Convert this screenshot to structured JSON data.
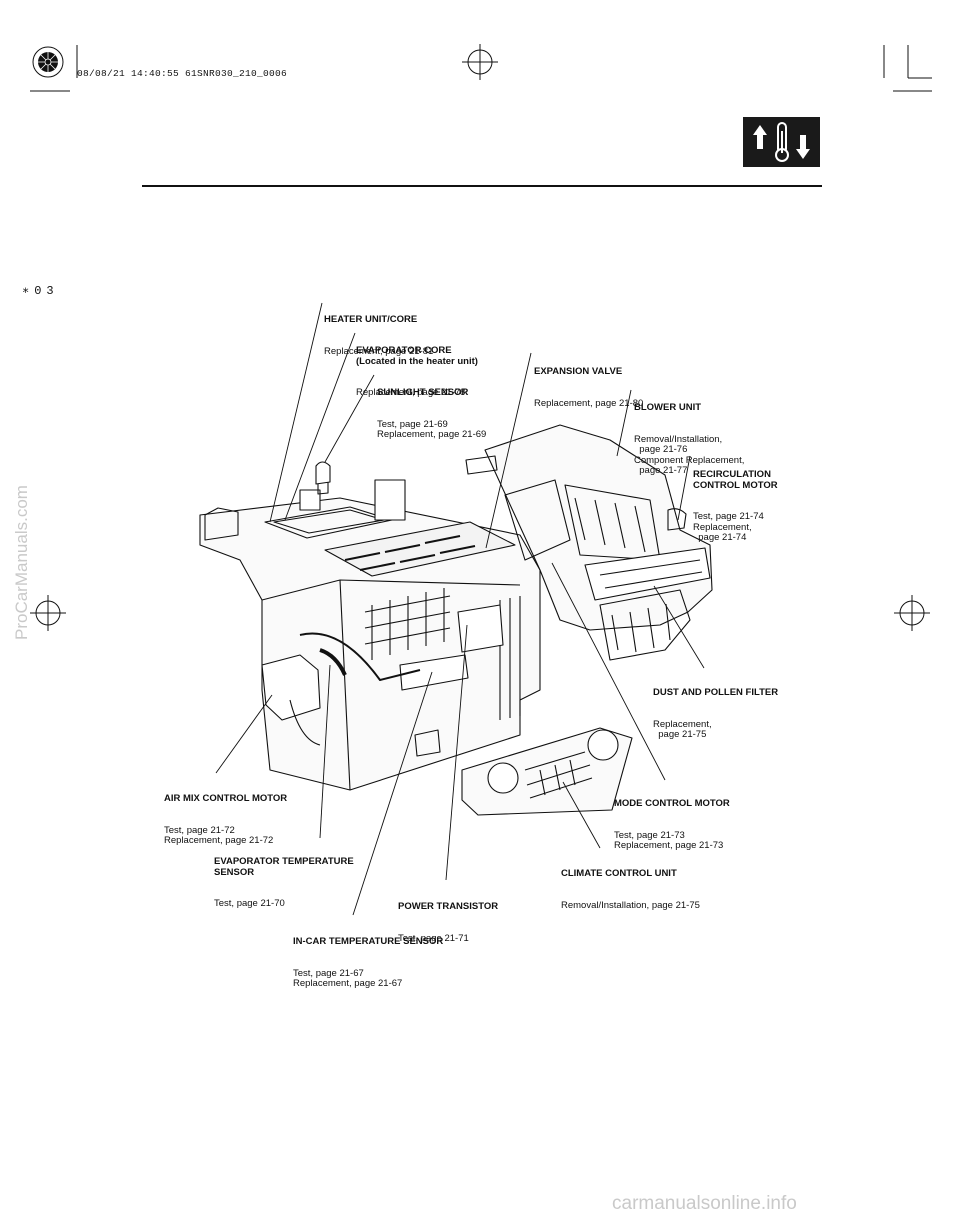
{
  "header": {
    "print_stamp": "08/08/21 14:40:55 61SNR030_210_0006",
    "page_code": "∗03",
    "section_icon": "climate-thermometer-icon"
  },
  "watermarks": {
    "side": "ProCarManuals.com",
    "bottom": "carmanualsonline.info"
  },
  "callouts": {
    "heater_unit": {
      "title": "HEATER UNIT/CORE",
      "detail": "Replacement, page 21-81"
    },
    "evaporator_core": {
      "title": "EVAPORATOR CORE\n(Located in the heater unit)",
      "detail": "Replacement, page 21-78"
    },
    "sunlight_sensor": {
      "title": "SUNLIGHT SENSOR",
      "detail": "Test, page 21-69\nReplacement, page 21-69"
    },
    "expansion_valve": {
      "title": "EXPANSION VALVE",
      "detail": "Replacement, page 21-80"
    },
    "blower_unit": {
      "title": "BLOWER UNIT",
      "detail": "Removal/Installation,\n  page 21-76\nComponent Replacement,\n  page 21-77"
    },
    "recirculation_motor": {
      "title": "RECIRCULATION\nCONTROL MOTOR",
      "detail": "Test, page 21-74\nReplacement,\n  page 21-74"
    },
    "dust_filter": {
      "title": "DUST AND POLLEN FILTER",
      "detail": "Replacement,\n  page 21-75"
    },
    "air_mix_motor": {
      "title": "AIR MIX CONTROL MOTOR",
      "detail": "Test, page 21-72\nReplacement, page 21-72"
    },
    "mode_motor": {
      "title": "MODE CONTROL MOTOR",
      "detail": "Test, page 21-73\nReplacement, page 21-73"
    },
    "evaporator_temp_sensor": {
      "title": "EVAPORATOR TEMPERATURE\nSENSOR",
      "detail": "Test, page 21-70"
    },
    "climate_control_unit": {
      "title": "CLIMATE CONTROL UNIT",
      "detail": "Removal/Installation, page 21-75"
    },
    "power_transistor": {
      "title": "POWER TRANSISTOR",
      "detail": "Test, page 21-71"
    },
    "in_car_temp_sensor": {
      "title": "IN-CAR TEMPERATURE SENSOR",
      "detail": "Test, page 21-67\nReplacement, page 21-67"
    }
  }
}
